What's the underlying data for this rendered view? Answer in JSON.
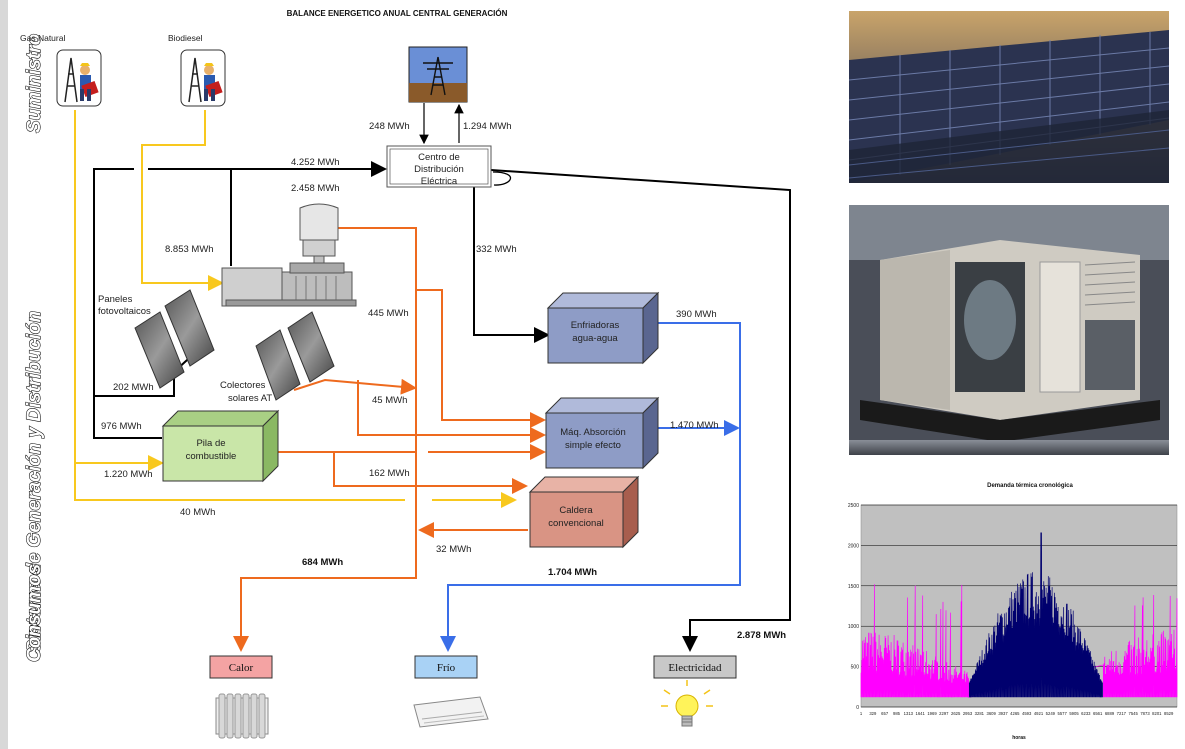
{
  "title": "BALANCE ENERGETICO ANUAL CENTRAL GENERACIÓN",
  "side_labels": {
    "supply": "Suministro",
    "generation": "Sistema de Generación y Distribución",
    "consumption": "Consumos"
  },
  "sources": {
    "gas": "Gas Natural",
    "biodiesel": "Biodiesel"
  },
  "nodes": {
    "distribution": [
      "Centro de",
      "Distribución",
      "Eléctrica"
    ],
    "pv": [
      "Paneles",
      "fotovoltaicos"
    ],
    "solar": [
      "Colectores",
      "solares AT"
    ],
    "fuel_cell": [
      "Pila de",
      "combustible"
    ],
    "chillers": [
      "Enfriadoras",
      "agua-agua"
    ],
    "absorption": [
      "Máq. Absorción",
      "simple efecto"
    ],
    "boiler": [
      "Caldera",
      "convencional"
    ]
  },
  "flows": {
    "grid_in": "248 MWh",
    "grid_out": "1.294 MWh",
    "dist_main": "4.252 MWh",
    "engine_elec": "2.458 MWh",
    "engine_fuel": "8.853 MWh",
    "to_chillers": "332 MWh",
    "chillers_cold": "390 MWh",
    "engine_heat": "445 MWh",
    "pv_elec": "202 MWh",
    "solar_heat": "45 MWh",
    "fc_elec": "976 MWh",
    "absorption_cold": "1.470 MWh",
    "fc_heat": "162 MWh",
    "fc_fuel": "1.220 MWh",
    "boiler_fuel": "40 MWh",
    "boiler_heat": "32 MWh",
    "heat_total": "684 MWh",
    "cold_total": "1.704 MWh",
    "elec_total": "2.878 MWh"
  },
  "consumers": {
    "heat": "Calor",
    "cold": "Frío",
    "electricity": "Electricidad"
  },
  "colors": {
    "fuel": "#F8C81E",
    "heat": "#EE6A1E",
    "cold": "#3A6EE8",
    "electric": "#000000",
    "heat_box": "#F4A3A3",
    "cold_box": "#A9D2F5",
    "elec_box": "#C8C8C8",
    "fuel_cell_box": "#C9E6A8",
    "chiller_box": "#8E9CC6",
    "boiler_box": "#D99484"
  },
  "chart": {
    "title": "Demanda térmica cronológica",
    "xlabel": "horas",
    "y_ticks": [
      "2500",
      "2000",
      "1500",
      "1000",
      "500",
      "0"
    ],
    "x_ticks": [
      "1",
      "329",
      "657",
      "985",
      "1313",
      "1641",
      "1969",
      "2297",
      "2625",
      "2953",
      "3281",
      "3609",
      "3937",
      "4265",
      "4593",
      "4921",
      "5249",
      "5577",
      "5905",
      "6233",
      "6561",
      "6889",
      "7217",
      "7545",
      "7873",
      "8201",
      "8529"
    ],
    "chart_data": {
      "type": "line",
      "title": "Demanda térmica cronológica",
      "xlabel": "horas",
      "ylabel": "",
      "ylim": [
        0,
        2500
      ],
      "xlim": [
        1,
        8760
      ],
      "grid": true,
      "series": [
        {
          "color": "#FF00FF",
          "peak": 1520,
          "typical_range": [
            200,
            1100
          ]
        },
        {
          "color": "#00006E",
          "peak": 2160,
          "typical_range": [
            300,
            1700
          ],
          "x_range": [
            3000,
            6700
          ]
        }
      ]
    }
  }
}
